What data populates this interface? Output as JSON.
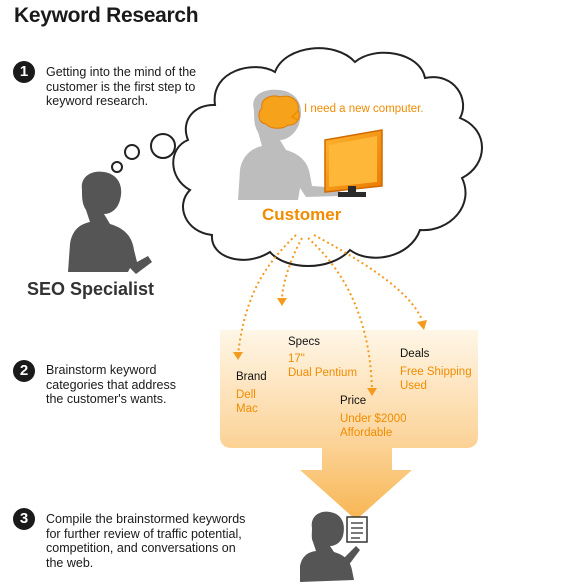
{
  "title": "Keyword Research",
  "steps": [
    {
      "number": "1",
      "lines": [
        "Getting into the mind of the",
        "customer is the first step to",
        "keyword research."
      ]
    },
    {
      "number": "2",
      "lines": [
        "Brainstorm keyword",
        "categories that address",
        "the customer's wants."
      ]
    },
    {
      "number": "3",
      "lines": [
        "Compile the brainstormed keywords",
        "for further review of traffic potential,",
        "competition, and conversations on",
        "the web."
      ]
    }
  ],
  "labels": {
    "seo_specialist": "SEO Specialist",
    "customer": "Customer",
    "speech": "I need a new computer."
  },
  "categories": [
    {
      "name": "Brand",
      "keywords": [
        "Dell",
        "Mac"
      ]
    },
    {
      "name": "Specs",
      "keywords": [
        "17\"",
        "Dual Pentium"
      ]
    },
    {
      "name": "Price",
      "keywords": [
        "Under $2000",
        "Affordable"
      ]
    },
    {
      "name": "Deals",
      "keywords": [
        "Free Shipping",
        "Used"
      ]
    }
  ],
  "icons": [
    "person-silhouette-icon",
    "brain-icon",
    "computer-monitor-icon",
    "document-icon",
    "thought-cloud-icon"
  ],
  "colors": {
    "accent": "#f08c00",
    "figure": "#555555",
    "customer_figure": "#bdbdbd",
    "funnel": "#fcd9a0"
  }
}
